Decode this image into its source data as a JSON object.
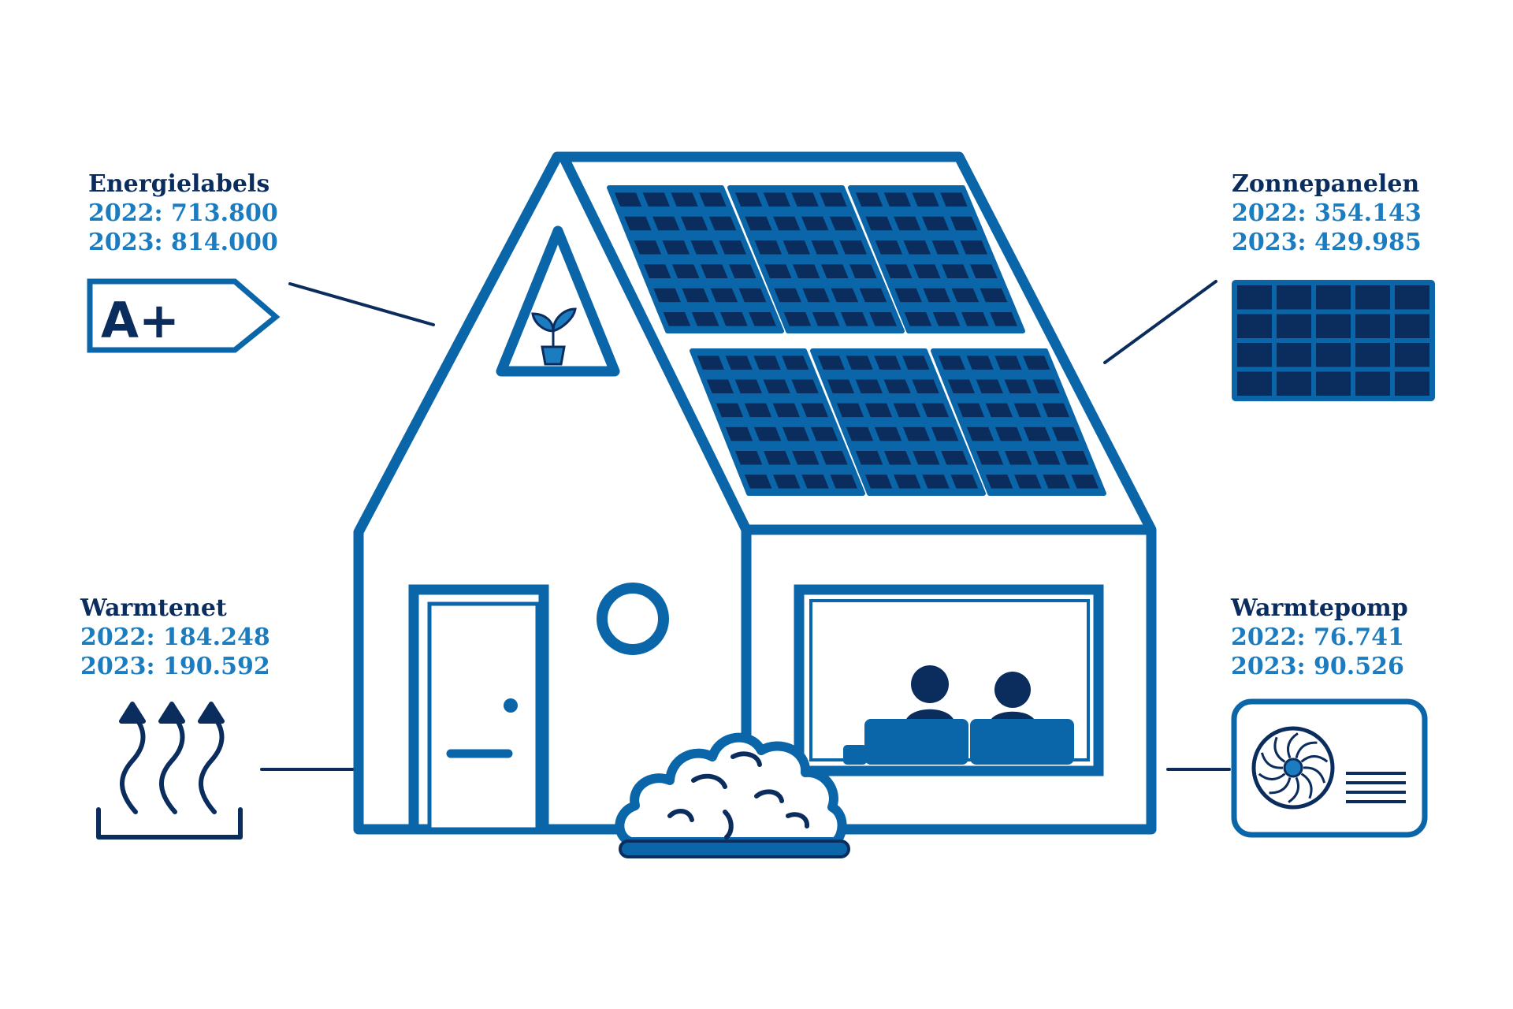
{
  "colors": {
    "navy": "#0b2d5e",
    "blue": "#0a66a8",
    "light_blue": "#1c7cc0",
    "panel_cell": "#0b2d5e",
    "background": "#ffffff"
  },
  "labels": {
    "energielabels": {
      "title": "Energielabels",
      "stat_2022": "2022: 713.800",
      "stat_2023": "2023: 814.000",
      "icon": "energy-label-icon",
      "icon_text": "A+"
    },
    "zonnepanelen": {
      "title": "Zonnepanelen",
      "stat_2022": "2022: 354.143",
      "stat_2023": "2023: 429.985",
      "icon": "solar-panel-icon"
    },
    "warmtenet": {
      "title": "Warmtenet",
      "stat_2022": "2022: 184.248",
      "stat_2023": "2023: 190.592",
      "icon": "heat-network-icon"
    },
    "warmtepomp": {
      "title": "Warmtepomp",
      "stat_2022": "2022: 76.741",
      "stat_2023": "2023: 90.526",
      "icon": "heat-pump-icon"
    }
  },
  "house": {
    "icons": [
      "house-icon",
      "roof-solar-panels-icon",
      "plant-icon",
      "door-icon",
      "round-window-icon",
      "people-on-couch-icon",
      "bush-icon"
    ]
  }
}
